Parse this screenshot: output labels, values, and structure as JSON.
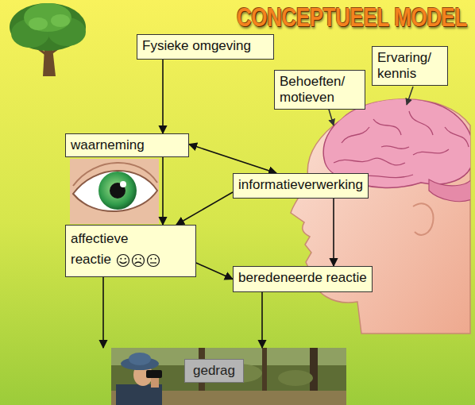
{
  "diagram": {
    "title": "CONCEPTUEEL MODEL",
    "nodes": [
      {
        "text": [
          "Fysieke omgeving"
        ]
      },
      {
        "text": [
          "Behoeften/ motieven"
        ]
      },
      {
        "text": [
          "Ervaring/ kennis"
        ]
      },
      {
        "text": [
          "waarneming"
        ]
      },
      {
        "text": [
          "informatieverwerking"
        ]
      },
      {
        "text": [
          "affectieve reactie"
        ]
      },
      {
        "text": [
          "beredeneerde reactie"
        ]
      },
      {
        "text": [
          "gedrag"
        ]
      }
    ],
    "edges": [
      {
        "from": 0,
        "to": 3,
        "arrow": "to"
      },
      {
        "from": 3,
        "to": 4,
        "arrow": "both"
      },
      {
        "from": 4,
        "to": 5,
        "arrow": "to"
      },
      {
        "from": 3,
        "to": 5,
        "arrow": "to"
      },
      {
        "from": 5,
        "to": 6,
        "arrow": "to"
      },
      {
        "from": 4,
        "to": 6,
        "arrow": "to"
      },
      {
        "from": 5,
        "to": 7,
        "arrow": "to"
      },
      {
        "from": 6,
        "to": 7,
        "arrow": "to"
      }
    ]
  }
}
